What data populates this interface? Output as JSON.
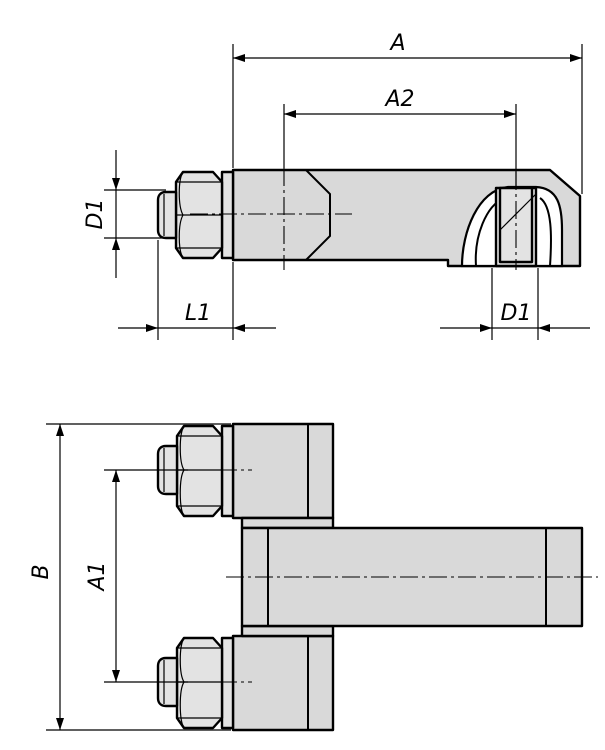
{
  "dimensions": {
    "A": "A",
    "A2": "A2",
    "D1_left": "D1",
    "D1_right": "D1",
    "L1": "L1",
    "B": "B",
    "A1": "A1"
  }
}
